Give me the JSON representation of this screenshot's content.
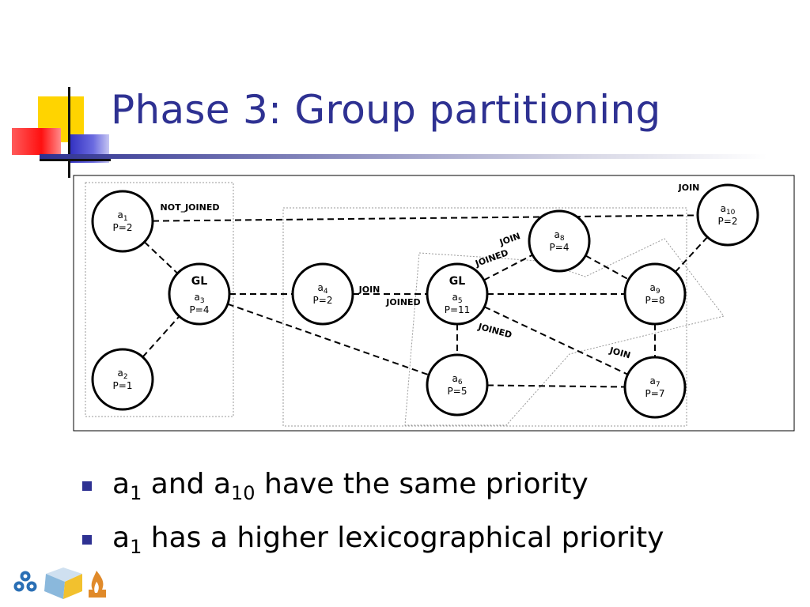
{
  "title": "Phase 3: Group partitioning",
  "diagram": {
    "nodes": [
      {
        "id": "a1",
        "name": "a",
        "sub": "1",
        "priority": "P=2",
        "leader": ""
      },
      {
        "id": "a2",
        "name": "a",
        "sub": "2",
        "priority": "P=1",
        "leader": ""
      },
      {
        "id": "a3",
        "name": "a",
        "sub": "3",
        "priority": "P=4",
        "leader": "GL"
      },
      {
        "id": "a4",
        "name": "a",
        "sub": "4",
        "priority": "P=2",
        "leader": ""
      },
      {
        "id": "a5",
        "name": "a",
        "sub": "5",
        "priority": "P=11",
        "leader": "GL"
      },
      {
        "id": "a6",
        "name": "a",
        "sub": "6",
        "priority": "P=5",
        "leader": ""
      },
      {
        "id": "a7",
        "name": "a",
        "sub": "7",
        "priority": "P=7",
        "leader": ""
      },
      {
        "id": "a8",
        "name": "a",
        "sub": "8",
        "priority": "P=4",
        "leader": ""
      },
      {
        "id": "a9",
        "name": "a",
        "sub": "9",
        "priority": "P=8",
        "leader": ""
      },
      {
        "id": "a10",
        "name": "a",
        "sub": "10",
        "priority": "P=2",
        "leader": ""
      }
    ],
    "edges": [
      {
        "from": "a1",
        "to": "a10"
      },
      {
        "from": "a1",
        "to": "a3"
      },
      {
        "from": "a2",
        "to": "a3"
      },
      {
        "from": "a3",
        "to": "a4"
      },
      {
        "from": "a3",
        "to": "a6"
      },
      {
        "from": "a4",
        "to": "a5"
      },
      {
        "from": "a5",
        "to": "a8"
      },
      {
        "from": "a5",
        "to": "a9"
      },
      {
        "from": "a5",
        "to": "a6"
      },
      {
        "from": "a5",
        "to": "a7"
      },
      {
        "from": "a6",
        "to": "a7"
      },
      {
        "from": "a8",
        "to": "a9"
      },
      {
        "from": "a9",
        "to": "a7"
      },
      {
        "from": "a9",
        "to": "a10"
      }
    ],
    "messages": [
      {
        "id": "not-joined",
        "text": "NOT_JOINED"
      },
      {
        "id": "join-a10",
        "text": "JOIN"
      },
      {
        "id": "join-a8",
        "text": "JOIN"
      },
      {
        "id": "joined-a8",
        "text": "JOINED"
      },
      {
        "id": "join-a4",
        "text": "JOIN"
      },
      {
        "id": "joined-a4",
        "text": "JOINED"
      },
      {
        "id": "joined-a7",
        "text": "JOINED"
      },
      {
        "id": "join-a7",
        "text": "JOIN"
      }
    ]
  },
  "bullets": [
    [
      {
        "t": "a"
      },
      {
        "sub": "1"
      },
      {
        "t": " and a"
      },
      {
        "sub": "10"
      },
      {
        "t": " have the same priority"
      }
    ],
    [
      {
        "t": "a"
      },
      {
        "sub": "1"
      },
      {
        "t": " has a higher lexicographical priority"
      }
    ]
  ],
  "colors": {
    "title": "#2e3192",
    "bullet": "#2e3192",
    "node_stroke": "#000000",
    "group_outline": "#9a9a9a"
  },
  "icons": [
    "trefoil-logo-icon",
    "cube-logo-icon",
    "flame-logo-icon"
  ]
}
